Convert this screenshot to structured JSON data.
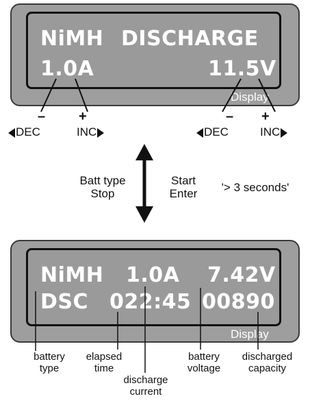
{
  "top_display": {
    "line1_left": "NiMH",
    "line1_right": "DISCHARGE",
    "line2_left": "1.0A",
    "line2_right": "11.5V",
    "panel_label": "Display"
  },
  "buttons": {
    "left_pair": {
      "dec_sign": "–",
      "inc_sign": "+",
      "dec_label": "DEC",
      "inc_label": "INC"
    },
    "right_pair": {
      "dec_sign": "–",
      "inc_sign": "+",
      "dec_label": "DEC",
      "inc_label": "INC"
    }
  },
  "transition": {
    "left_line1": "Batt type",
    "left_line2": "Stop",
    "right_line1": "Start",
    "right_line2": "Enter",
    "hold_note": "'> 3 seconds'"
  },
  "bottom_display": {
    "line1": [
      "NiMH",
      "1.0A",
      "7.42V"
    ],
    "line2": [
      "DSC",
      "022:45",
      "00890"
    ],
    "panel_label": "Display"
  },
  "callouts": {
    "battery_type": [
      "battery",
      "type"
    ],
    "elapsed_time": [
      "elapsed",
      "time"
    ],
    "discharge_current": [
      "discharge",
      "current"
    ],
    "battery_voltage": [
      "battery",
      "voltage"
    ],
    "discharged_capacity": [
      "discharged",
      "capacity"
    ]
  }
}
